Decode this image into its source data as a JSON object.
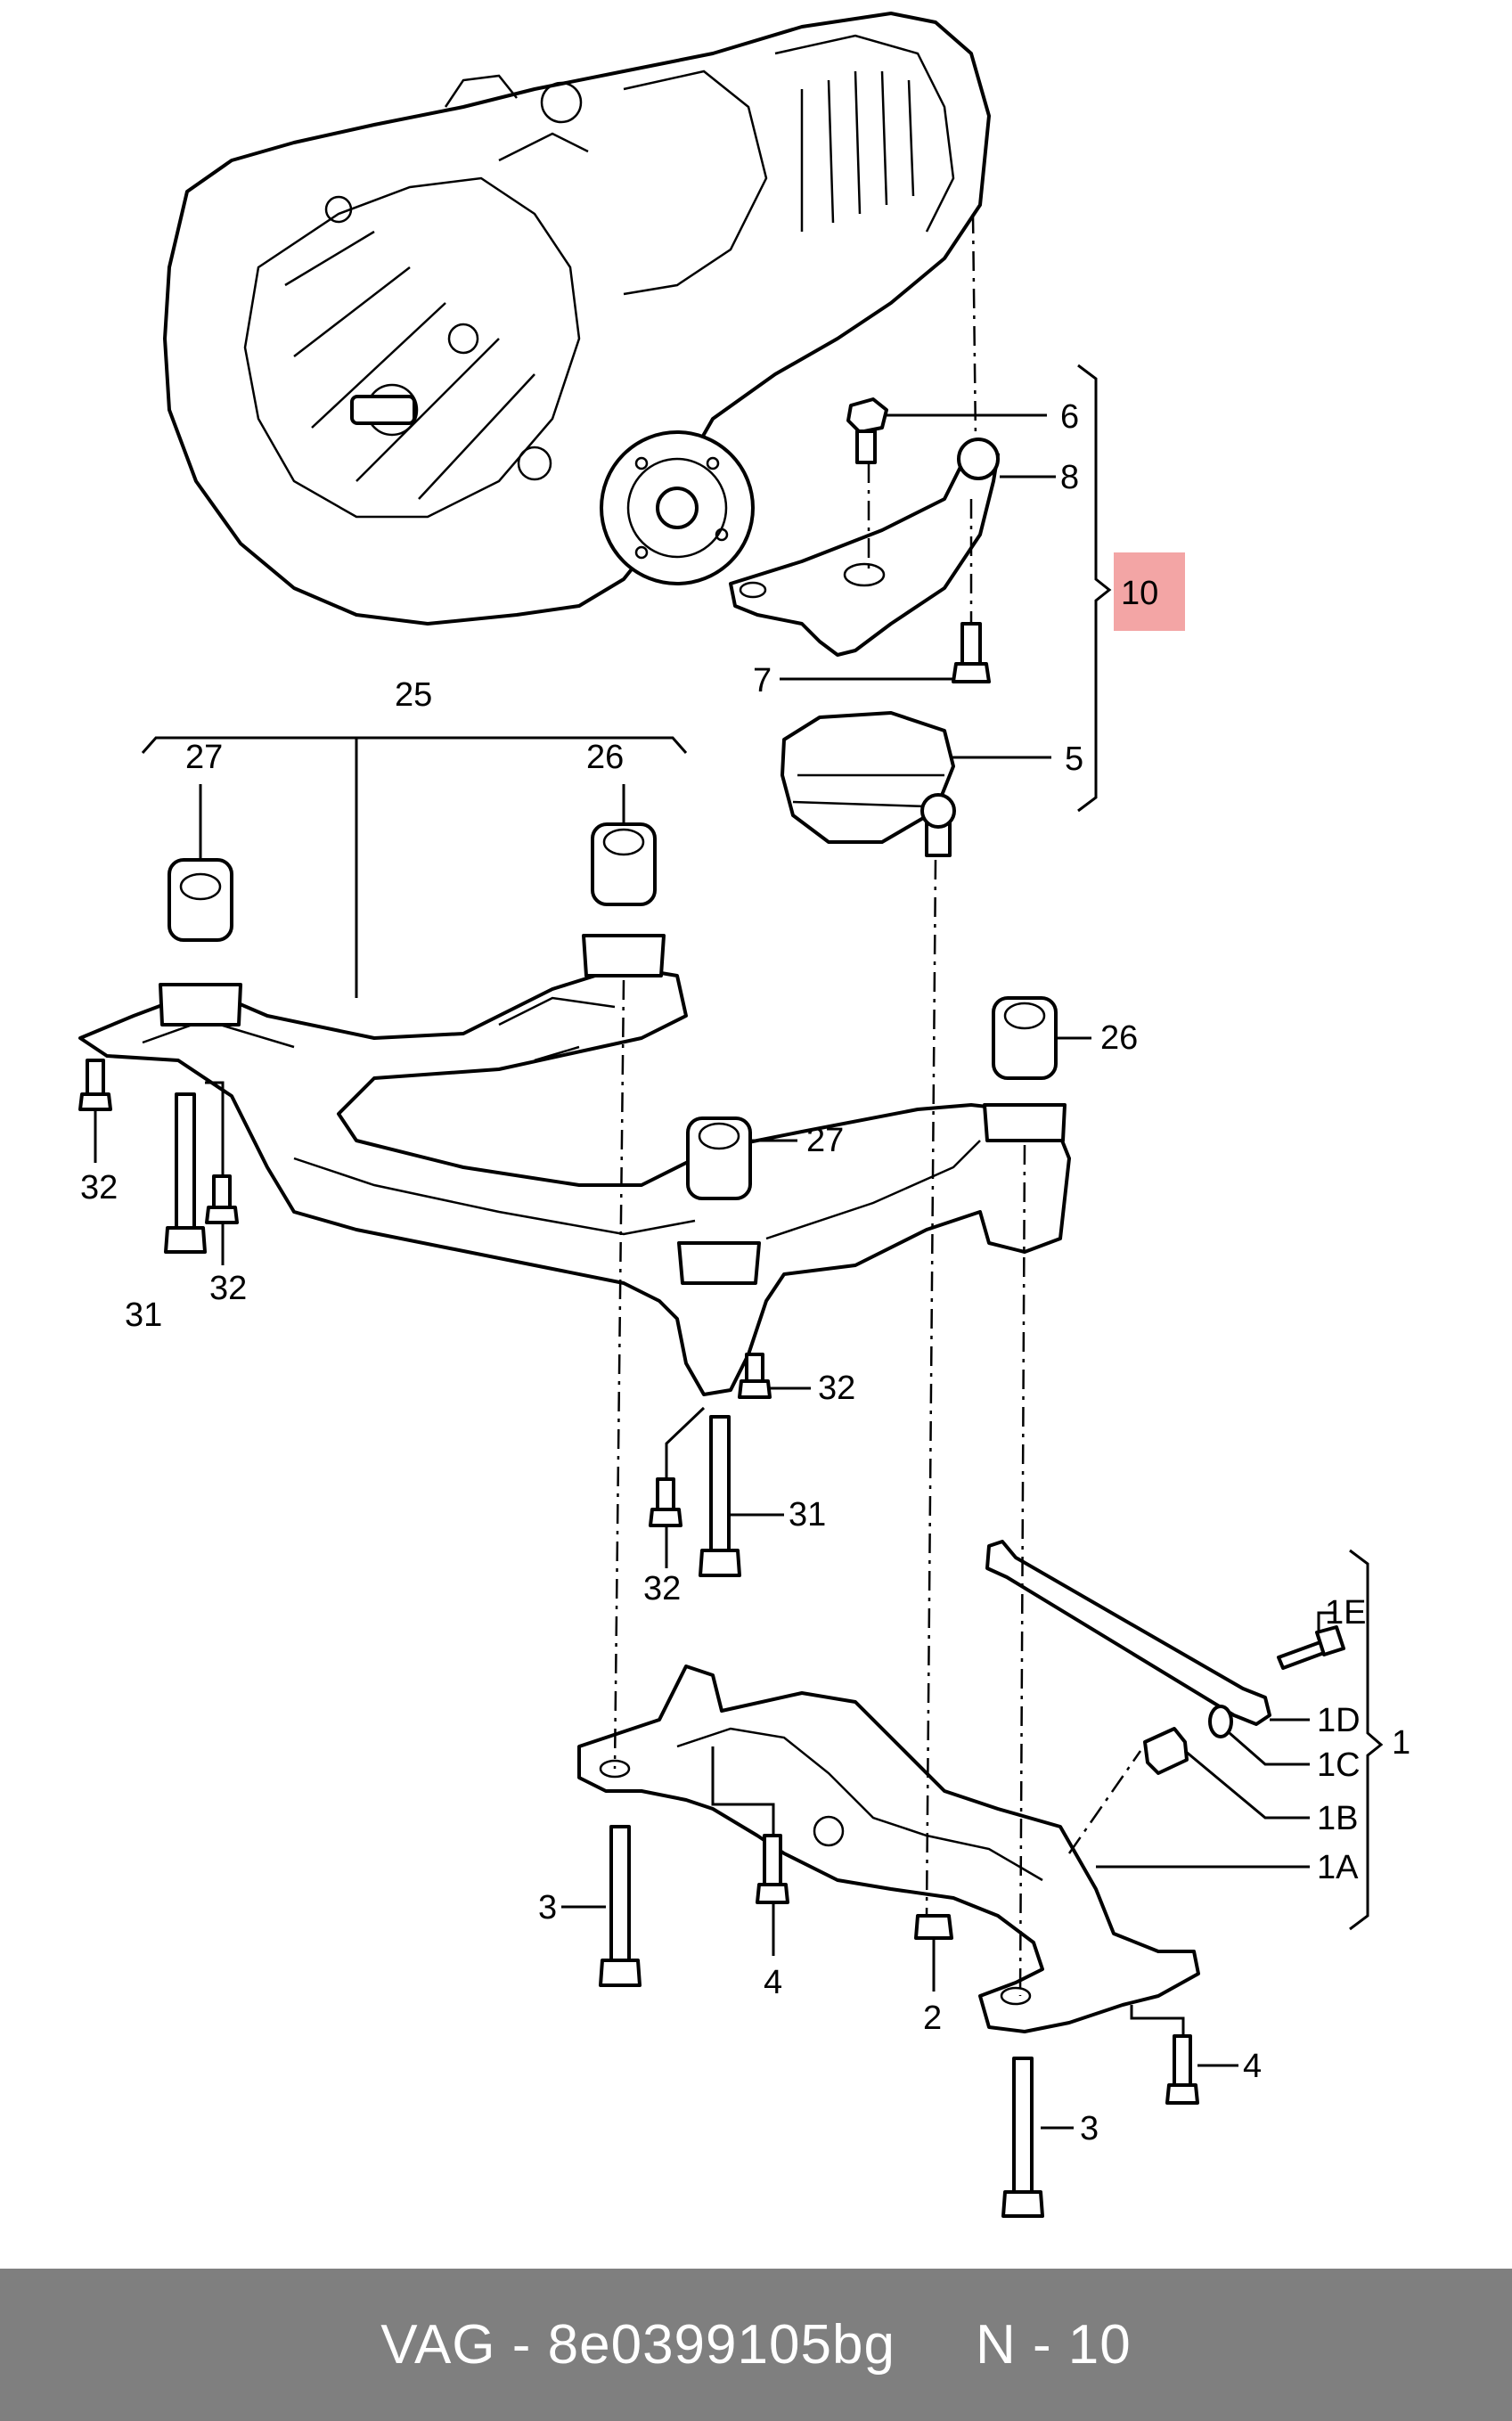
{
  "callouts": {
    "c6": "6",
    "c8": "8",
    "c10": "10",
    "c7": "7",
    "c5": "5",
    "c25": "25",
    "c27a": "27",
    "c26a": "26",
    "c26b": "26",
    "c27b": "27",
    "c32a": "32",
    "c31a": "31",
    "c32b": "32",
    "c32c": "32",
    "c31b": "31",
    "c32d": "32",
    "c1E": "1E",
    "c1D": "1D",
    "c1C": "1C",
    "c1": "1",
    "c1B": "1B",
    "c1A": "1A",
    "c3a": "3",
    "c4a": "4",
    "c2": "2",
    "c4b": "4",
    "c3b": "3"
  },
  "highlight_color": "#f3a5a5",
  "footer": {
    "brand_part": "VAG - 8e0399105bg",
    "page": "N - 10",
    "background": "#7f7f7f"
  }
}
